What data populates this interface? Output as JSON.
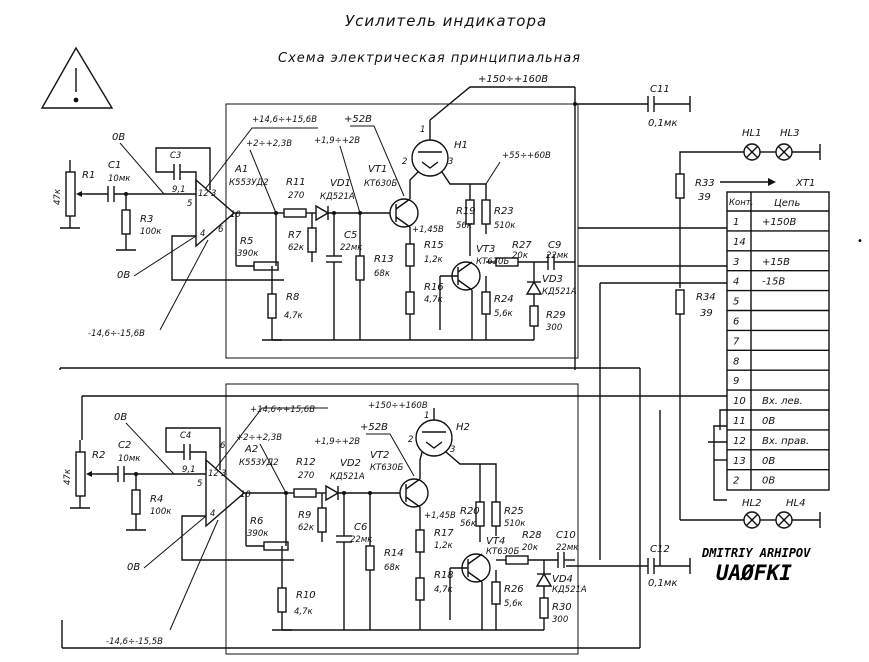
{
  "title": "Усилитель индикатора",
  "subtitle": "Схема электрическая принципиальная",
  "signature": {
    "name": "DMITRIY ARHIPOV",
    "callsign": "UAØFKI"
  },
  "top_rail": "+150÷+160В",
  "caps_right": [
    {
      "ref": "C11",
      "val": "0,1мк"
    },
    {
      "ref": "C12",
      "val": "0,1мк"
    }
  ],
  "r33": {
    "ref": "R33",
    "val": "39"
  },
  "r34": {
    "ref": "R34",
    "val": "39"
  },
  "lamps_top": [
    "HL1",
    "HL3"
  ],
  "lamps_bot": [
    "HL2",
    "HL4"
  ],
  "connector": {
    "ref": "XT1",
    "header_pin": "Конт.",
    "header_name": "Цепь",
    "rows": [
      {
        "pin": "1",
        "name": "+150В"
      },
      {
        "pin": "14",
        "name": ""
      },
      {
        "pin": "3",
        "name": "+15В"
      },
      {
        "pin": "4",
        "name": "-15В"
      },
      {
        "pin": "5",
        "name": ""
      },
      {
        "pin": "6",
        "name": ""
      },
      {
        "pin": "7",
        "name": ""
      },
      {
        "pin": "8",
        "name": ""
      },
      {
        "pin": "9",
        "name": ""
      },
      {
        "pin": "10",
        "name": "Вх. лев."
      },
      {
        "pin": "11",
        "name": "0В"
      },
      {
        "pin": "12",
        "name": "Вх. прав."
      },
      {
        "pin": "13",
        "name": "0В"
      },
      {
        "pin": "2",
        "name": "0В"
      }
    ]
  },
  "ch1": {
    "r1": "R1",
    "r1v": "47к",
    "c1": "C1",
    "c1v": "10мк",
    "zero_in": "0В",
    "zero_fb": "0В",
    "r3": "R3",
    "r3v": "100к",
    "c3": "C3",
    "c3v": "9,1",
    "a": "A1",
    "av": "К553УД2",
    "vpos": "+14,6÷+15,6В",
    "vneg": "-14,6÷-15,6В",
    "vout": "+2÷+2,3В",
    "r5": "R5",
    "r5v": "390к",
    "r8": "R8",
    "r8v": "4,7к",
    "r11": "R11",
    "r11v": "270",
    "r7": "R7",
    "r7v": "62к",
    "vd": "VD1",
    "vdv": "КД521А",
    "vd_v": "+1,9÷+2В",
    "c5": "C5",
    "c5v": "22мк",
    "r13": "R13",
    "r13v": "68к",
    "v52": "+52В",
    "vt": "VT1",
    "vtv": "КТ630Б",
    "h": "H1",
    "v145": "+1,45В",
    "r15": "R15",
    "r15v": "1,2к",
    "r16": "R16",
    "r16v": "4,7к",
    "r19": "R19",
    "r19v": "56к",
    "r23": "R23",
    "r23v": "510к",
    "v55": "+55÷+60В",
    "vt3": "VT3",
    "vt3v": "КТ630Б",
    "r27": "R27",
    "r27v": "20к",
    "c9": "C9",
    "c9v": "22мк",
    "vd3": "VD3",
    "vd3v": "КД521А",
    "r24": "R24",
    "r24v": "5,6к",
    "r29": "R29",
    "r29v": "300",
    "pins": {
      "p5": "5",
      "p12": "12",
      "p3": "3",
      "p4": "4",
      "p10": "10",
      "p6": "6",
      "h1": "1",
      "h2": "2",
      "h3": "3"
    }
  },
  "ch2": {
    "r1": "R2",
    "r1v": "47к",
    "c1": "C2",
    "c1v": "10мк",
    "zero_in": "0В",
    "zero_fb": "0В",
    "r3": "R4",
    "r3v": "100к",
    "c3": "C4",
    "c3v": "9,1",
    "a": "A2",
    "av": "К553УД2",
    "vpos": "+14,6÷+15,6В",
    "vneg": "-14,6÷-15,5В",
    "vout": "+2÷+2,3В",
    "r5": "R6",
    "r5v": "390к",
    "r8": "R10",
    "r8v": "4,7к",
    "r11": "R12",
    "r11v": "270",
    "r7": "R9",
    "r7v": "62к",
    "vd": "VD2",
    "vdv": "КД521А",
    "vd_v": "+1,9÷+2В",
    "c5": "C6",
    "c5v": "22мк",
    "r13": "R14",
    "r13v": "68к",
    "v52": "+52В",
    "vt": "VT2",
    "vtv": "КТ630Б",
    "h": "H2",
    "v145": "+1,45В",
    "r15": "R17",
    "r15v": "1,2к",
    "r16": "R18",
    "r16v": "4,7к",
    "r19": "R20",
    "r19v": "56к",
    "r23": "R25",
    "r23v": "510к",
    "v55": "+150÷+160В",
    "vt3": "VT4",
    "vt3v": "КТ630Б",
    "r27": "R28",
    "r27v": "20к",
    "c9": "C10",
    "c9v": "22мк",
    "vd3": "VD4",
    "vd3v": "КД521А",
    "r24": "R26",
    "r24v": "5,6к",
    "r29": "R30",
    "r29v": "300",
    "pins": {
      "p5": "5",
      "p12": "12",
      "p3": "3",
      "p4": "4",
      "p10": "10",
      "p6": "6",
      "h1": "1",
      "h2": "2",
      "h3": "3"
    }
  }
}
